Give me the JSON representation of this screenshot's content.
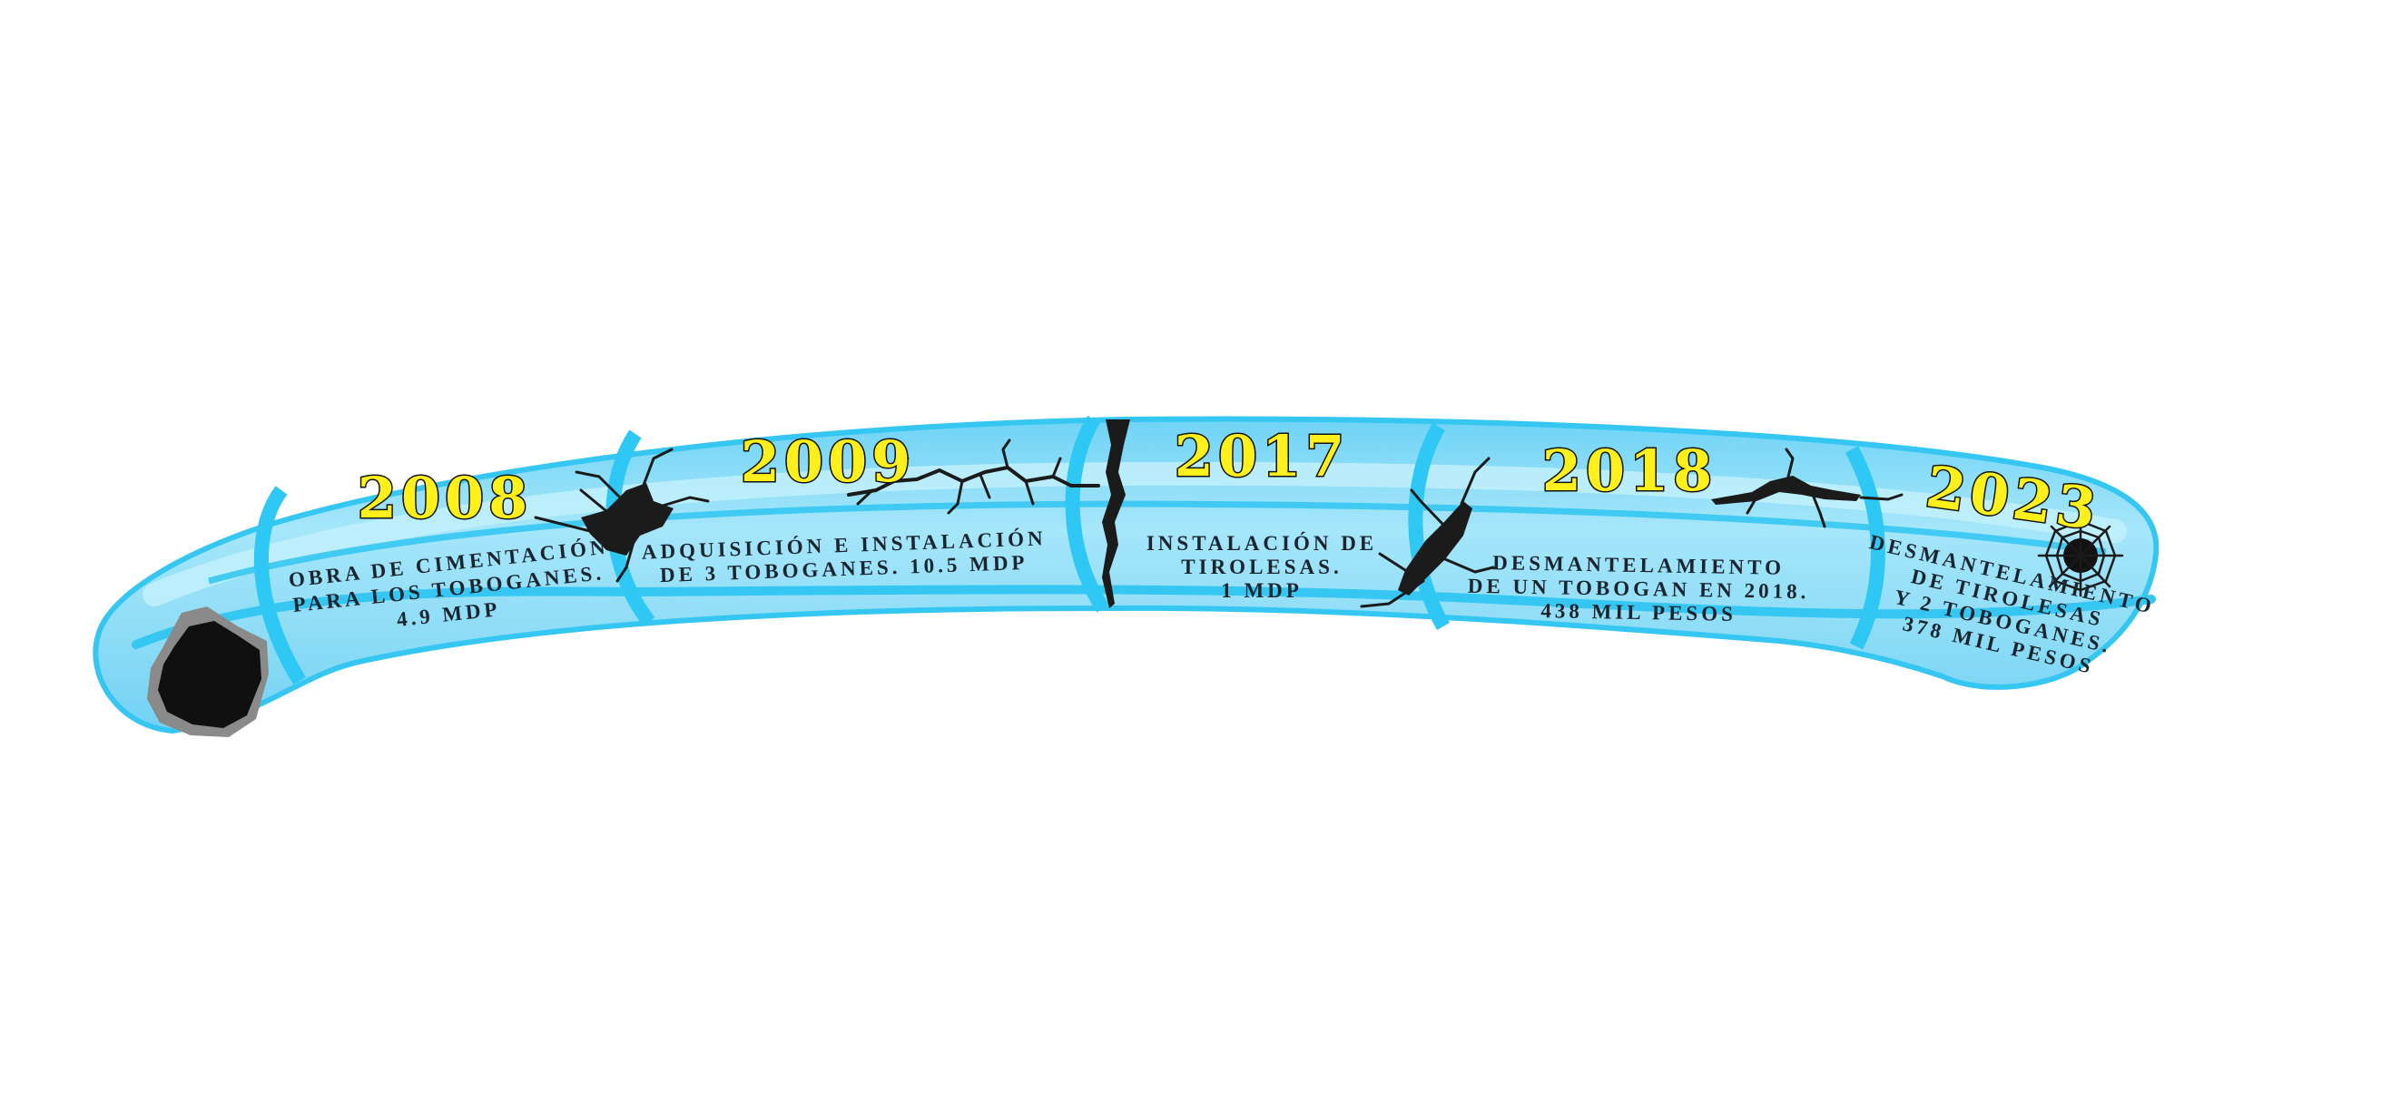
{
  "colors": {
    "tube_fill": "#8fdcf6",
    "tube_band": "#b6ecfb",
    "tube_edge": "#35c7f2",
    "ring": "#2fc8f4",
    "year_fill": "#ffef1a",
    "year_stroke": "#111111",
    "desc_text": "#1a2530",
    "damage": "#1b1b1b"
  },
  "timeline": [
    {
      "year": "2008",
      "description": [
        "OBRA DE CIMENTACIÓN",
        "PARA LOS TOBOGANES.",
        "4.9 MDP"
      ],
      "damage_icon": "hole-icon"
    },
    {
      "year": "2009",
      "description": [
        "ADQUISICIÓN E INSTALACIÓN",
        "DE 3 TOBOGANES. 10.5 MDP"
      ],
      "damage_icon": "crack-icon"
    },
    {
      "year": "2017",
      "description": [
        "INSTALACIÓN DE",
        "TIROLESAS.",
        "1 MDP"
      ],
      "damage_icon": "split-crack-icon"
    },
    {
      "year": "2018",
      "description": [
        "DESMANTELAMIENTO",
        "DE UN TOBOGAN EN 2018.",
        "438 MIL PESOS"
      ],
      "damage_icon": "crack-icon"
    },
    {
      "year": "2023",
      "description": [
        "DESMANTELAMIENTO",
        "DE TIROLESAS",
        "Y 2 TOBOGANES.",
        "378 MIL PESOS"
      ],
      "damage_icon": "shattered-icon"
    }
  ]
}
